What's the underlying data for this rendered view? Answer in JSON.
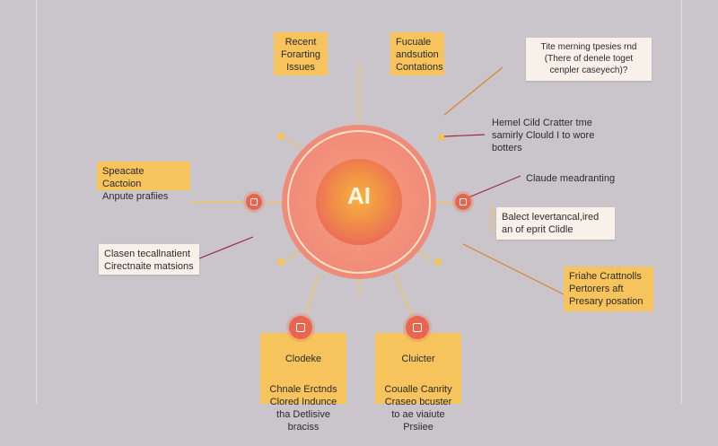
{
  "center": {
    "label": "AI"
  },
  "nodes": {
    "top_left": "Recent\nForarting\nIssues",
    "top_mid": "Fucuale\nandsution\nContations",
    "top_right": "Tite merning tpesies rnd\n(There of denele toget\ncenpler caseyech)?",
    "right_a": "Hemel Cild Cratter tme\nsamirly Clould I to wore\nbotters",
    "right_b": "Claude meadranting",
    "right_c": "Balect levertancal,ired\nan of eprit Clidle",
    "right_d": "Friahe Crattnolls\nPertorers aft\nPresary posation",
    "left_a": "Speacate Cactoion\nAnpute prafiies",
    "left_b": "Clasen tecallnatient\nCirectnaite matsions",
    "bottom_left_title": "Clodeke",
    "bottom_left_body": "Chnale Erctnds\nClored Indunce\ntha Detlisive\nbraciss",
    "bottom_right_title": "Cluicter",
    "bottom_right_body": "Coualle Canrity\nCraseo bcuster\nto ae viaiute\nPrsiiee"
  },
  "icons": [
    "gear-icon",
    "document-icon",
    "shuffle-icon",
    "layers-icon"
  ],
  "colors": {
    "background": "#c9c5ca",
    "accent": "#e8664f",
    "yellow": "#f6c35c",
    "card": "#f7f1ea"
  }
}
